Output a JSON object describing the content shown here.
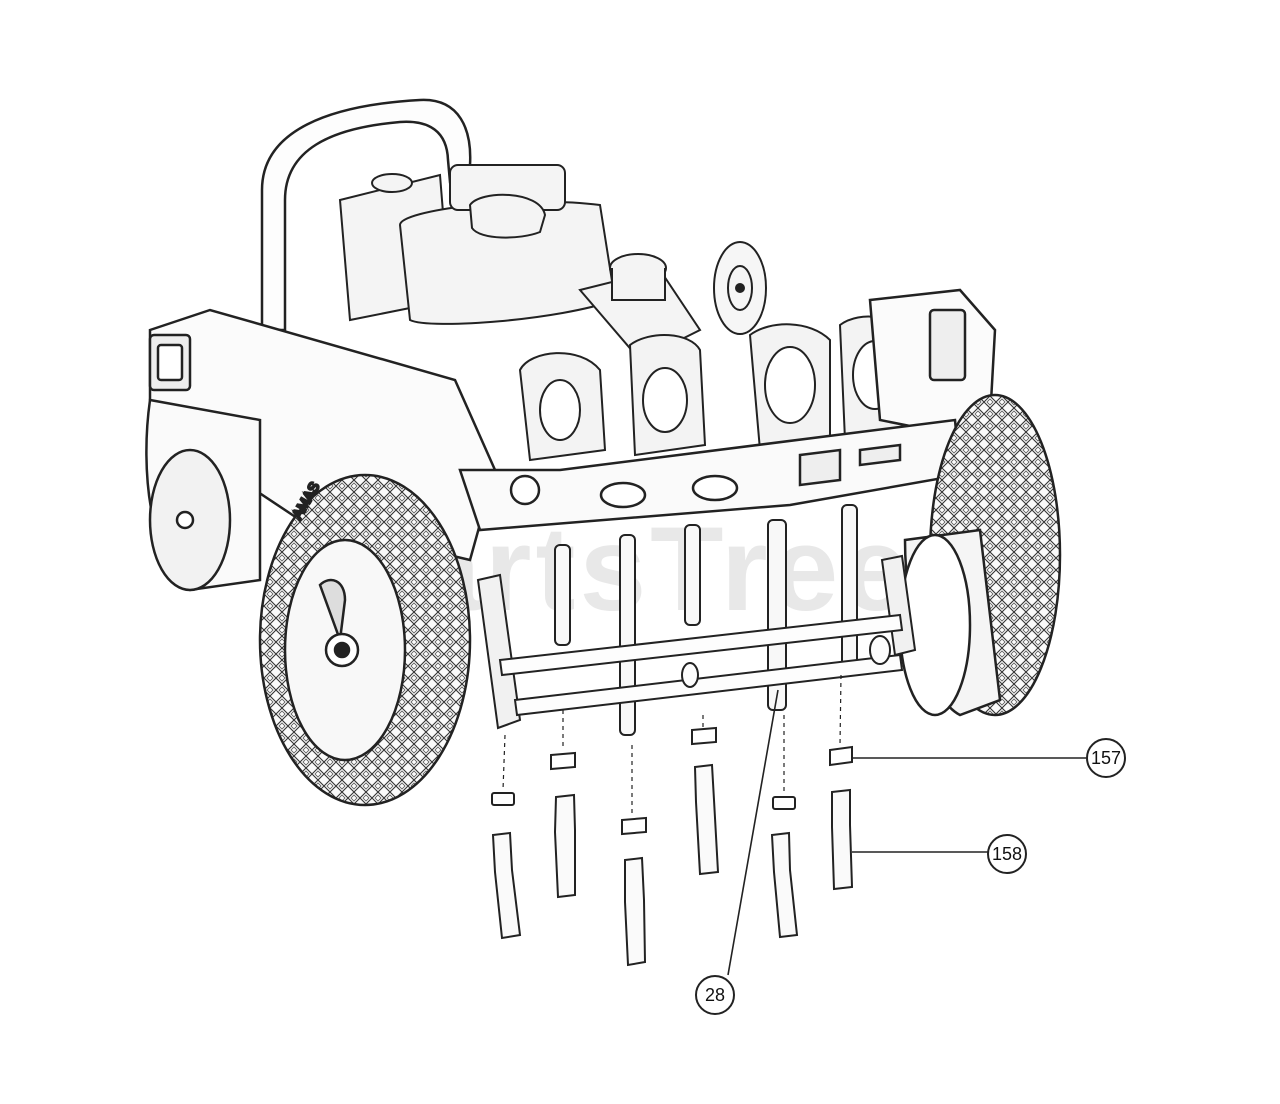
{
  "diagram": {
    "watermark": "PartsTree",
    "tire_lettering": "AMAS",
    "callouts": [
      {
        "id": "157",
        "label": "157"
      },
      {
        "id": "158",
        "label": "158"
      },
      {
        "id": "28",
        "label": "28"
      }
    ]
  }
}
